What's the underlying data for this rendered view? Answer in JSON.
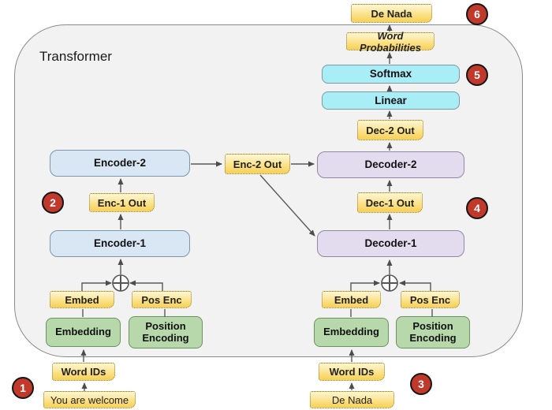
{
  "title": "Transformer",
  "steps": [
    "1",
    "2",
    "3",
    "4",
    "5",
    "6"
  ],
  "encoder": {
    "input_sentence": "You are welcome",
    "word_ids": "Word IDs",
    "embedding": "Embedding",
    "position_encoding": "Position Encoding",
    "embed_tag": "Embed",
    "pos_enc_tag": "Pos Enc",
    "encoder1": "Encoder-1",
    "enc1_out": "Enc-1 Out",
    "encoder2": "Encoder-2",
    "enc2_out": "Enc-2 Out"
  },
  "decoder": {
    "input_sentence": "De Nada",
    "word_ids": "Word IDs",
    "embedding": "Embedding",
    "position_encoding": "Position Encoding",
    "embed_tag": "Embed",
    "pos_enc_tag": "Pos Enc",
    "decoder1": "Decoder-1",
    "dec1_out": "Dec-1 Out",
    "decoder2": "Decoder-2",
    "dec2_out": "Dec-2 Out",
    "linear": "Linear",
    "softmax": "Softmax",
    "word_probabilities": "Word Probabilities",
    "output_word": "De Nada"
  },
  "colors": {
    "container_fill": "#f2f2f2",
    "encoder_box": "#d9e7f5",
    "decoder_box": "#e2dcee",
    "embedding_box": "#b7d8aa",
    "linear_softmax_box": "#a9edf7",
    "tag_fill": "#fbe289",
    "badge": "#c0392b",
    "arrow": "#595959"
  }
}
